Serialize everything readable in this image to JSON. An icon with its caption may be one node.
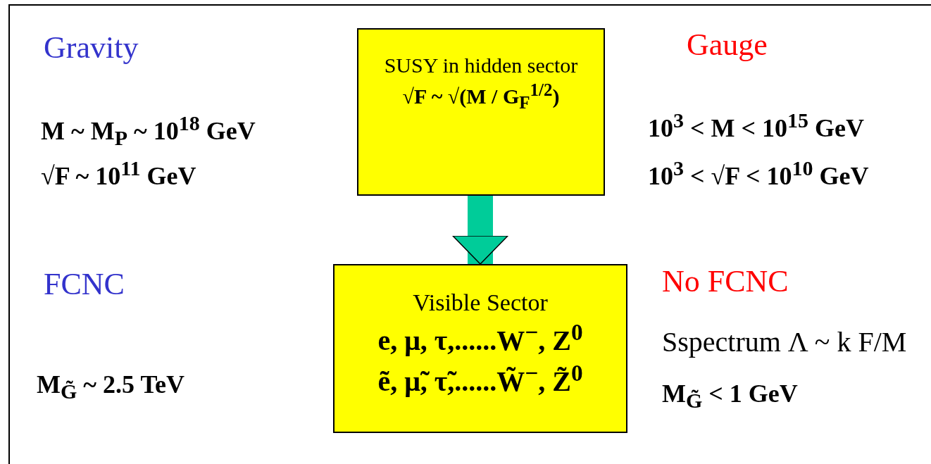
{
  "diagram": {
    "nodes": [
      {
        "text": [
          "SUSY  in hidden sector",
          "√F ~ √(M / G$_{F}$$^{1/2}$)"
        ]
      },
      {
        "text": [
          "Visible Sector",
          "e, μ, τ,......W$^{−}$, Z$^{0}$",
          "ẽ, μ̃, τ̃,......W̃$^{−}$, Z̃$^{0}$"
        ]
      }
    ],
    "edges": [
      {
        "from": 0,
        "to": 1,
        "arrow": "to",
        "color": "#00cc99"
      }
    ],
    "labels": [
      "Gravity",
      "Gauge",
      "M ~ M$_{P}$ ~ 10$^{18}$ GeV",
      "10$^{3}$ < M < 10$^{15}$ GeV",
      "√F ~ 10$^{11}$ GeV",
      "10$^{3}$ < √F < 10$^{10}$ GeV",
      "FCNC",
      "No FCNC",
      "Sspectrum  Λ ~ k F/M",
      "M$_{G̃}$ ~ 2.5  TeV",
      "M$_{G̃}$ < 1  GeV"
    ]
  }
}
